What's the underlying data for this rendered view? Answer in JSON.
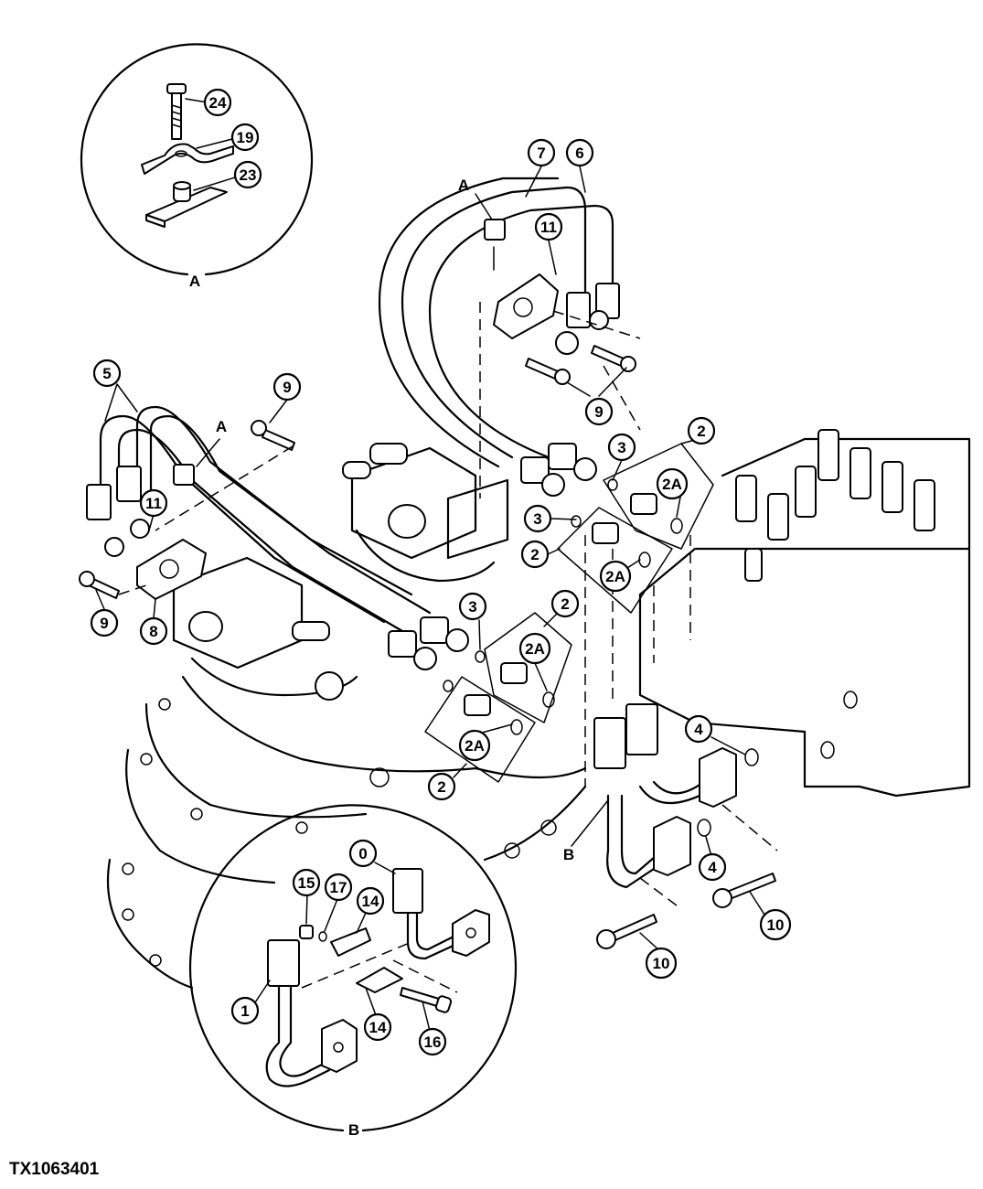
{
  "figure": {
    "id": "TX1063401"
  },
  "detail_labels": {
    "A_detail": "A",
    "B_detail": "B",
    "A_clamp_top": "A",
    "A_clamp_left": "A",
    "B_pointer": "B"
  },
  "callouts": {
    "c24": "24",
    "c19": "19",
    "c23": "23",
    "c7": "7",
    "c6": "6",
    "c11_top": "11",
    "c9_top": "9",
    "c5": "5",
    "c9_left": "9",
    "c11_left": "11",
    "c9_bottom": "9",
    "c8": "8",
    "c3_a": "3",
    "c3_b": "3",
    "c3_c": "3",
    "c2_a": "2",
    "c2A_a": "2A",
    "c2_b": "2",
    "c2A_b": "2A",
    "c2_c": "2",
    "c2A_c": "2A",
    "c2A_d": "2A",
    "c2_d": "2",
    "c4_a": "4",
    "c4_b": "4",
    "c10_a": "10",
    "c10_b": "10",
    "c0": "0",
    "c15": "15",
    "c17": "17",
    "c14_a": "14",
    "c14_b": "14",
    "c1": "1",
    "c16": "16"
  }
}
